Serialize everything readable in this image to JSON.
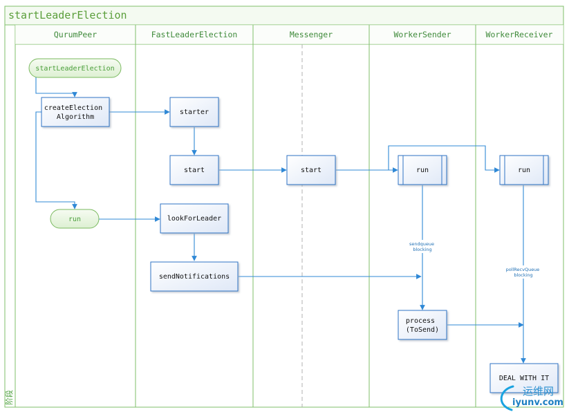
{
  "diagram": {
    "title": "startLeaderElection",
    "phase_label": "阶段",
    "lanes": [
      {
        "id": "qp",
        "label": "QurumPeer"
      },
      {
        "id": "fle",
        "label": "FastLeaderElection"
      },
      {
        "id": "msg",
        "label": "Messenger"
      },
      {
        "id": "ws",
        "label": "WorkerSender"
      },
      {
        "id": "wr",
        "label": "WorkerReceiver"
      }
    ],
    "nodes": [
      {
        "id": "n-start",
        "label": "startLeaderElection",
        "shape": "terminator"
      },
      {
        "id": "n-create",
        "label": "createElection\nAlgorithm",
        "shape": "process"
      },
      {
        "id": "n-starter",
        "label": "starter",
        "shape": "process"
      },
      {
        "id": "n-fle-start",
        "label": "start",
        "shape": "process"
      },
      {
        "id": "n-msg-start",
        "label": "start",
        "shape": "process"
      },
      {
        "id": "n-ws-run",
        "label": "run",
        "shape": "subprocess"
      },
      {
        "id": "n-wr-run",
        "label": "run",
        "shape": "subprocess"
      },
      {
        "id": "n-run",
        "label": "run",
        "shape": "terminator"
      },
      {
        "id": "n-lfl",
        "label": "lookForLeader",
        "shape": "process"
      },
      {
        "id": "n-send",
        "label": "sendNotifications",
        "shape": "process"
      },
      {
        "id": "n-process",
        "label": "process\n(ToSend)",
        "shape": "process"
      },
      {
        "id": "n-deal",
        "label": "DEAL WITH IT",
        "shape": "process"
      }
    ],
    "edge_labels": [
      {
        "id": "sendqueue",
        "text": "sendqueue\nblocking"
      },
      {
        "id": "pollrecv",
        "text": "pollRecvQueue\nblocking"
      }
    ],
    "colors": {
      "lane_border": "#7fbf6a",
      "title_bg": "#f4faf1",
      "connector": "#2f88d6",
      "box_border": "#2f73c4",
      "terminator_fill": "#eaf6e2",
      "terminator_border": "#79b95d",
      "divider": "#b0b0b0"
    }
  },
  "watermark": {
    "brand": "运维网",
    "domain": "iyunv.com"
  }
}
